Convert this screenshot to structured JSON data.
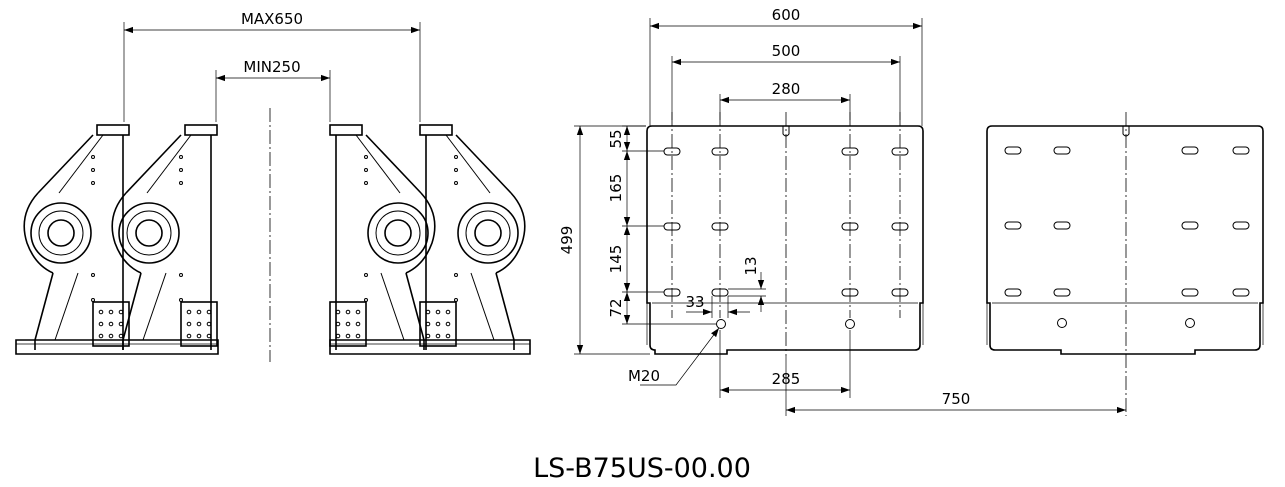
{
  "drawing_number": "LS-B75US-00.00",
  "front_view": {
    "dims": {
      "max_opening": "MAX650",
      "min_opening": "MIN250"
    }
  },
  "plate_view": {
    "dims": {
      "width_overall": "600",
      "width_outer_slots": "500",
      "width_inner_slots": "280",
      "height_overall": "499",
      "v_top": "55",
      "v_row1_row2": "165",
      "v_row2_row3": "145",
      "v_row3_bottom": "72",
      "slot_offset_x": "33",
      "slot_length": "13",
      "thread_size": "M20",
      "tapped_hole_spacing": "285",
      "plate_centre_distance": "750"
    }
  }
}
